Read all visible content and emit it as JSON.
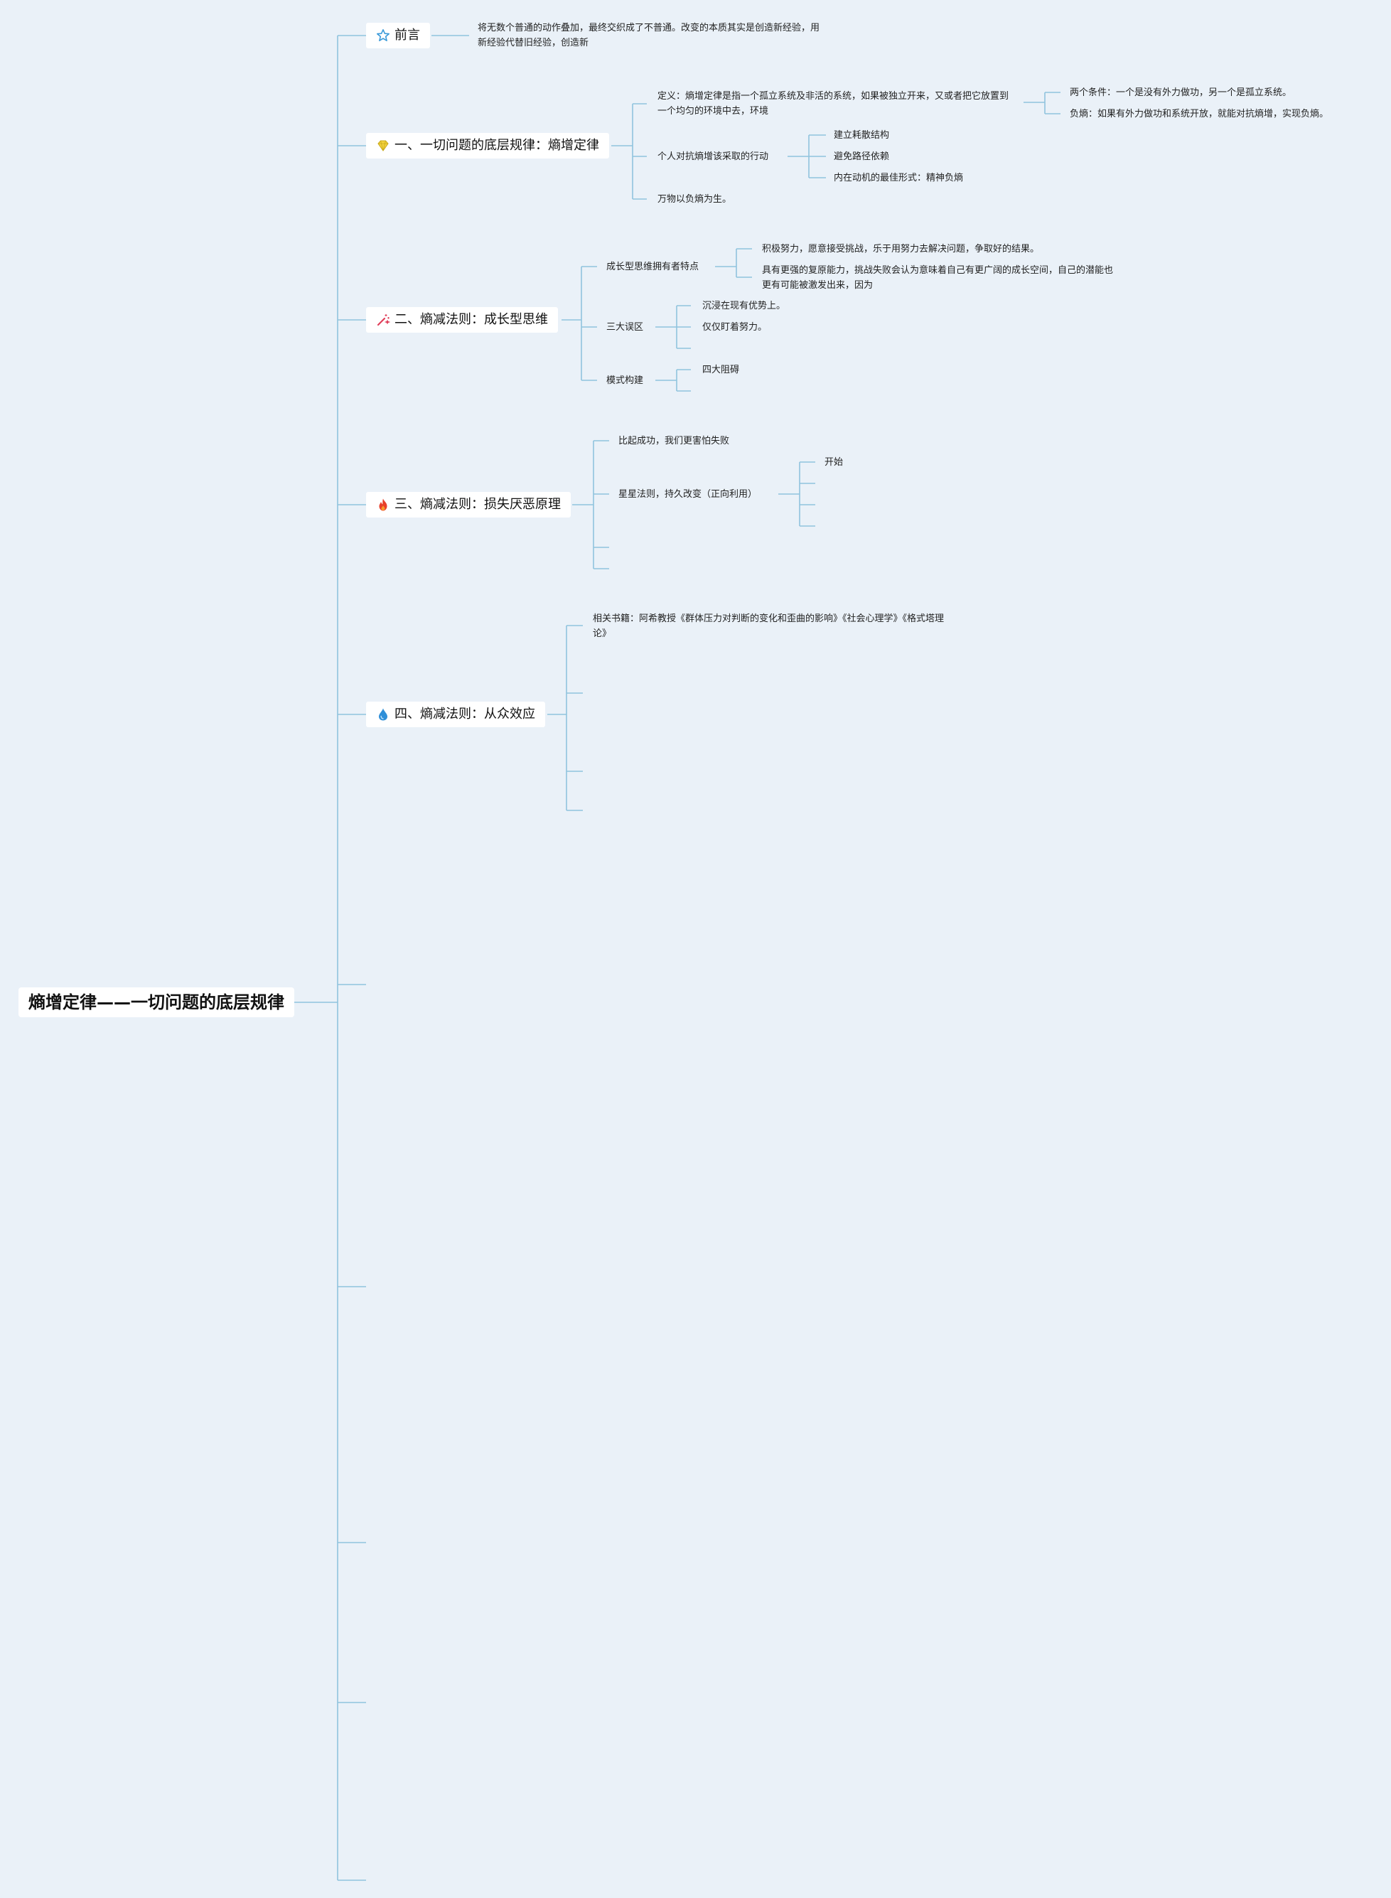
{
  "root": {
    "title": "熵增定律——一切问题的底层规律"
  },
  "preface": {
    "label": "前言",
    "icon": "star-outline-icon",
    "text": "将无数个普通的动作叠加，最终交织成了不普通。改变的本质其实是创造新经验，用新经验代替旧经验，创造新"
  },
  "branch1": {
    "label": "一、一切问题的底层规律：熵增定律",
    "icon": "gem-icon",
    "definition": "定义：熵增定律是指一个孤立系统及非活的系统，如果被独立开来，又或者把它放置到一个均匀的环境中去，环境",
    "conditions": "两个条件：一个是没有外力做功，另一个是孤立系统。",
    "negentropy": "负熵：如果有外力做功和系统开放，就能对抗熵增，实现负熵。",
    "actions": "个人对抗熵增该采取的行动",
    "action_items": [
      "建立耗散结构",
      "避免路径依赖",
      "内在动机的最佳形式：精神负熵"
    ],
    "all_things": "万物以负熵为生。"
  },
  "branch2": {
    "label": "二、熵减法则：成长型思维",
    "icon": "magic-wand-icon",
    "traits": "成长型思维拥有者特点",
    "trait_items": [
      "积极努力，愿意接受挑战，乐于用努力去解决问题，争取好的结果。",
      "具有更强的复原能力，挑战失败会认为意味着自己有更广阔的成长空间，自己的潜能也更有可能被激发出来，因为"
    ],
    "misconceptions": "三大误区",
    "misconception_items": [
      "沉浸在现有优势上。",
      "仅仅盯着努力。"
    ],
    "pattern": "模式构建",
    "pattern_items": [
      "四大阻碍"
    ]
  },
  "branch3": {
    "label": "三、熵减法则：损失厌恶原理",
    "icon": "fire-icon",
    "fear": "比起成功，我们更害怕失败",
    "star_rule": "星星法则，持久改变（正向利用）",
    "star_items": [
      "开始"
    ]
  },
  "branch4": {
    "label": "四、熵减法则：从众效应",
    "icon": "water-drop-icon",
    "books": "相关书籍：阿希教授《群体压力对判断的变化和歪曲的影响》《社会心理学》《格式塔理论》"
  },
  "colors": {
    "background": "#eaf1f8",
    "line": "#8fc4de",
    "star": "#3b9ad9",
    "gem": "#f2d23c",
    "wand": "#e0405b",
    "fire": "#e8402a",
    "drop": "#2f8fd8"
  }
}
